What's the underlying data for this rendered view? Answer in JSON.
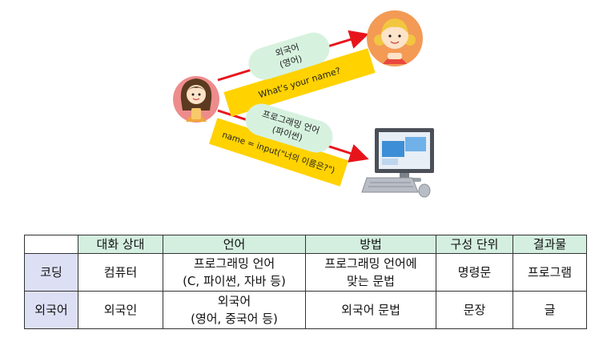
{
  "diagram": {
    "bubble_top": {
      "line1": "외국어",
      "line2": "(영어)"
    },
    "band_top_text": "What's your name?",
    "bubble_bottom": {
      "line1": "프로그래밍 언어",
      "line2": "(파이썬)"
    },
    "band_bottom_text": "name = input(\"너의 이름은?\")",
    "icons": [
      "girl-avatar-icon",
      "child-avatar-icon",
      "computer-icon"
    ],
    "colors": {
      "band": "#ffd200",
      "bubble": "#d6f2df",
      "arrow": "#e8141c",
      "girl_bg": "#ee8c8c",
      "child_bg": "#f39a55"
    }
  },
  "table": {
    "headers": [
      "",
      "대화 상대",
      "언어",
      "방법",
      "구성 단위",
      "결과물"
    ],
    "rows": [
      {
        "label": "코딩",
        "partner": "컴퓨터",
        "language": [
          "프로그래밍 언어",
          "(C, 파이썬, 자바 등)"
        ],
        "method": [
          "프로그래밍 언어에",
          "맞는 문법"
        ],
        "unit": "명령문",
        "result": "프로그램"
      },
      {
        "label": "외국어",
        "partner": "외국인",
        "language": [
          "외국어",
          "(영어, 중국어 등)"
        ],
        "method": [
          "외국어 문법"
        ],
        "unit": "문장",
        "result": "글"
      }
    ]
  }
}
